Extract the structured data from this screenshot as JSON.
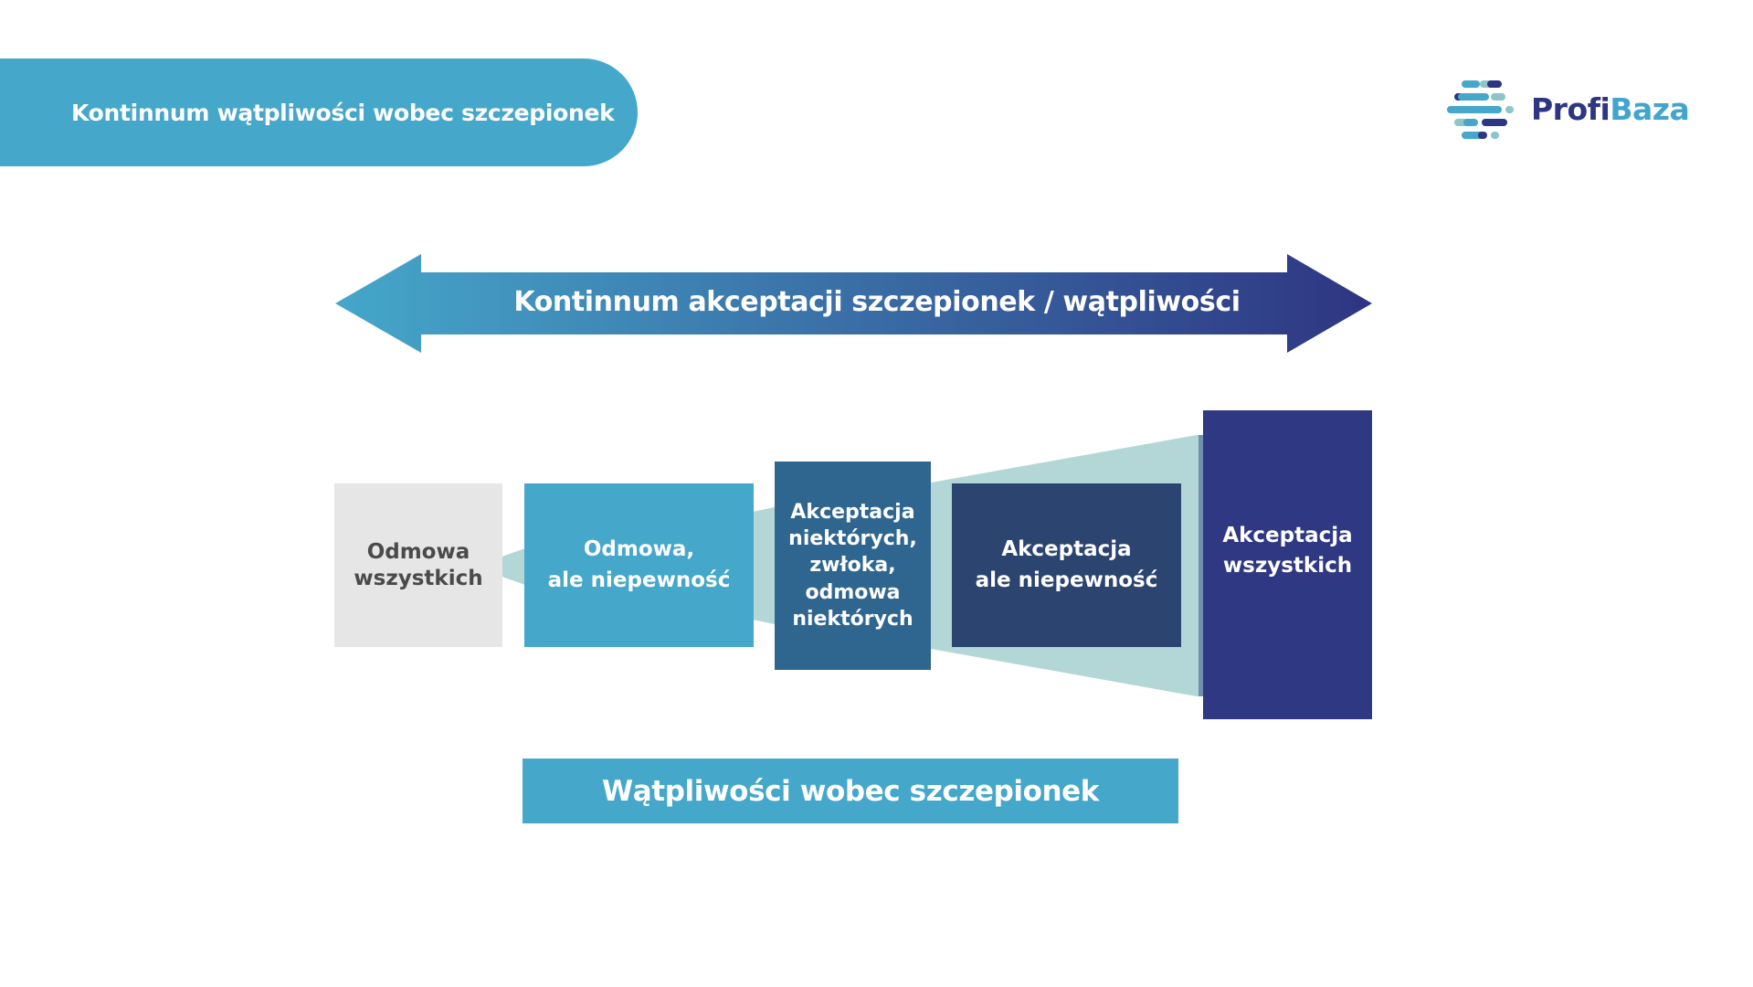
{
  "header": {
    "title": "Kontinnum wątpliwości wobec szczepionek"
  },
  "logo": {
    "part1": "Profi",
    "part2": "Baza",
    "icon": "dashes-hexagon-icon"
  },
  "diagram": {
    "arrow": {
      "label": "Kontinnum akceptacji szczepionek / wątpliwości",
      "icon": "double-headed-arrow",
      "gradient_start": "#45a7ca",
      "gradient_end": "#2e3582"
    },
    "stages": [
      {
        "label": "Odmowa\nwszystkich",
        "color": "#e6e6e6",
        "text_color": "#4a4a4a"
      },
      {
        "label": "Odmowa,\nale niepewność",
        "color": "#45a7ca",
        "text_color": "#ffffff"
      },
      {
        "label": "Akceptacja\nniektórych,\nzwłoka,\nodmowa\nniektórych",
        "color": "#2f6690",
        "text_color": "#ffffff"
      },
      {
        "label": "Akceptacja\nale niepewność",
        "color": "#2b4470",
        "text_color": "#ffffff"
      },
      {
        "label": "Akceptacja\nwszystkich",
        "color": "#2f3883",
        "text_color": "#ffffff"
      }
    ],
    "funnel_color": "#b3d7d6",
    "bottom_label": "Wątpliwości wobec szczepionek"
  }
}
